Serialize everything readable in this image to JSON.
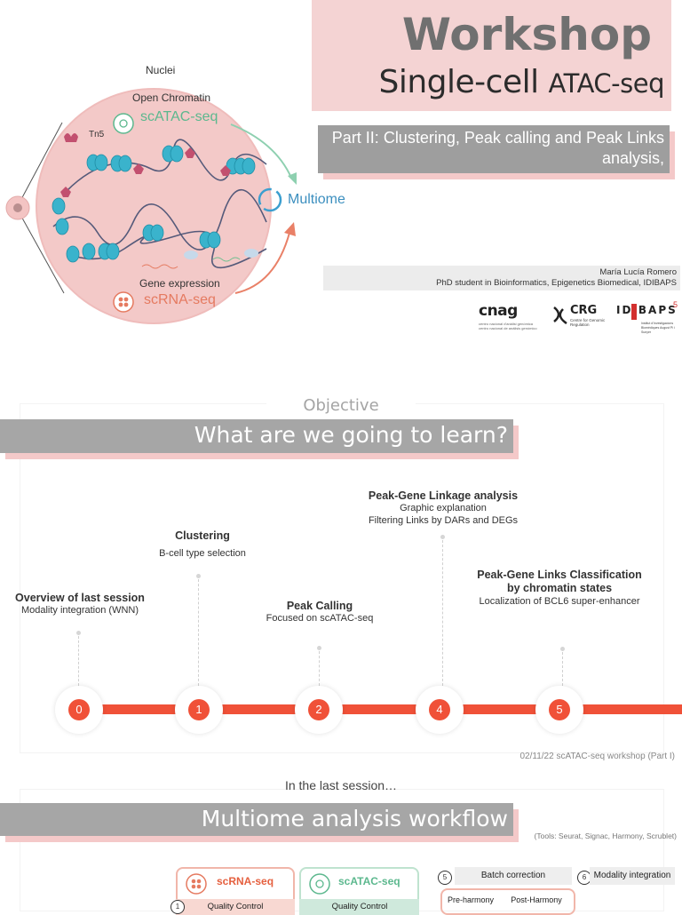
{
  "slide1": {
    "title": "Workshop",
    "subtitle_main": "Single-cell",
    "subtitle_small": "ATAC-seq",
    "part": "Part II: Clustering, Peak calling and  Peak Links analysis,",
    "author_name": "María Lucía Romero",
    "author_role": "PhD student in Bioinformatics, Epigenetics Biomedical, IDIBAPS",
    "diagram": {
      "nuclei": "Nuclei",
      "open_chromatin": "Open Chromatin",
      "scatac": "scATAC-seq",
      "tn5": "Tn5",
      "multiome": "Multiome",
      "gene_expression": "Gene expression",
      "scrna": "scRNA-seq"
    },
    "logos": {
      "cnag": "cnag",
      "cnag_caption": "centro nacional d'anàlisi genòmica centro nacional de análisis genómico",
      "crg": "CRG",
      "crg_caption": "Centre for Genomic Regulation",
      "idibaps": "IDIBAPS",
      "idibaps_caption": "Institut d'Investigacions Biomèdiques August Pi i Sunyer"
    }
  },
  "slide2": {
    "objective": "Objective",
    "banner": "What are we going to learn?",
    "milestones": [
      {
        "num": "0",
        "title": "Overview of last session",
        "text": "Modality integration (WNN)"
      },
      {
        "num": "1",
        "title": "Clustering",
        "text": "B-cell type selection"
      },
      {
        "num": "2",
        "title": "Peak Calling",
        "text": "Focused on scATAC-seq"
      },
      {
        "num": "4",
        "title": "Peak-Gene Linkage analysis",
        "text": "Graphic explanation",
        "text2": "Filtering Links by DARs and DEGs"
      },
      {
        "num": "5",
        "title": "Peak-Gene Links Classification  by chromatin states",
        "text": "Localization of BCL6 super-enhancer"
      }
    ],
    "footnote": "02/11/22 scATAC-seq workshop (Part I)"
  },
  "slide3": {
    "intro": "In the last session…",
    "banner": "Multiome analysis workflow",
    "tools": "(Tools: Seurat, Signac, Harmony, Scrublet)",
    "scrna_label": "scRNA-seq",
    "scatac_label": "scATAC-seq",
    "qc_step_num": "1",
    "qc_label_1": "Quality  Control",
    "qc_label_2": "Quality Control",
    "step5_num": "5",
    "step5_label": "Batch correction",
    "step6_num": "6",
    "step6_label": "Modality integration",
    "pre_harmony": "Pre-harmony",
    "post_harmony": "Post-Harmony"
  },
  "colors": {
    "accent": "#f05138",
    "title_pink": "#f4d3d3",
    "banner_gray": "#a6a6a6",
    "nucleus_pink": "#f3c4c3",
    "teal": "#2fb0c9",
    "green": "#5cb88e"
  }
}
